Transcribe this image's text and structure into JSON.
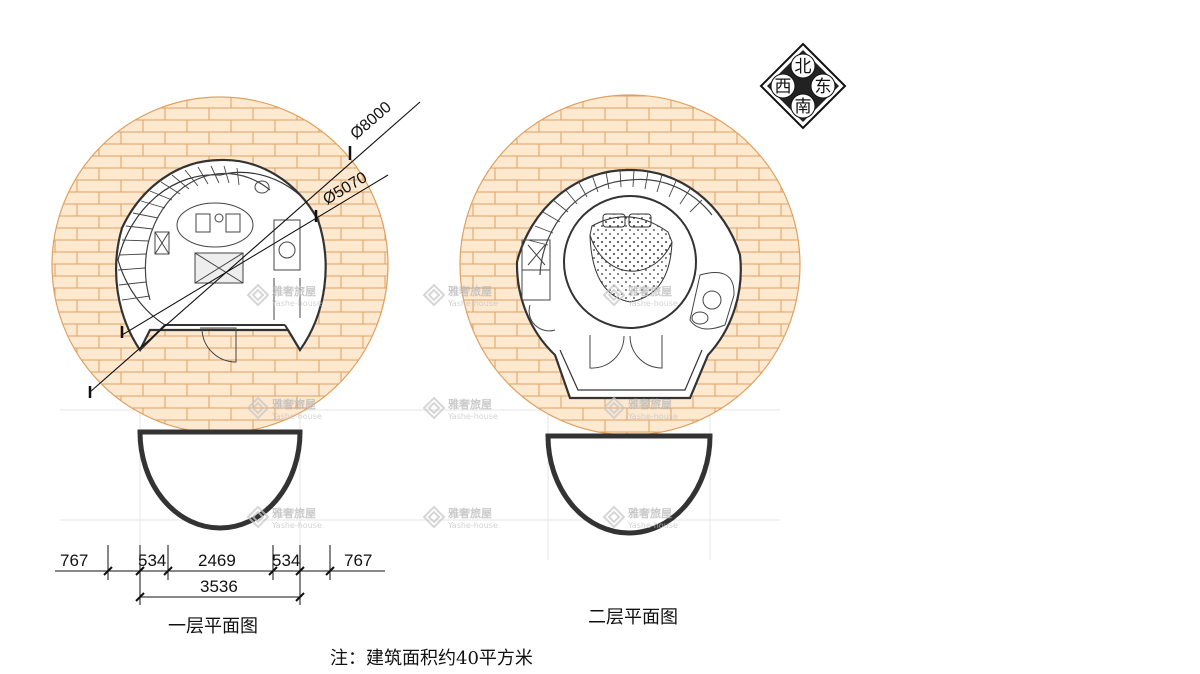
{
  "compass": {
    "north": "北",
    "south": "南",
    "east": "东",
    "west": "西"
  },
  "floor1": {
    "caption": "一层平面图",
    "diameter_outer": "Ø8000",
    "diameter_inner": "Ø5070",
    "dimensions_row1": [
      "767",
      "534",
      "2469",
      "534",
      "767"
    ],
    "dimensions_row2": "3536"
  },
  "floor2": {
    "caption": "二层平面图"
  },
  "note": "注：建筑面积约40平方米",
  "watermark": {
    "name": "雅奢旅屋",
    "sub": "Yashe-house"
  },
  "colors": {
    "brick_fill": "#fde8d0",
    "brick_line": "#e0a060",
    "wall": "#333333"
  }
}
